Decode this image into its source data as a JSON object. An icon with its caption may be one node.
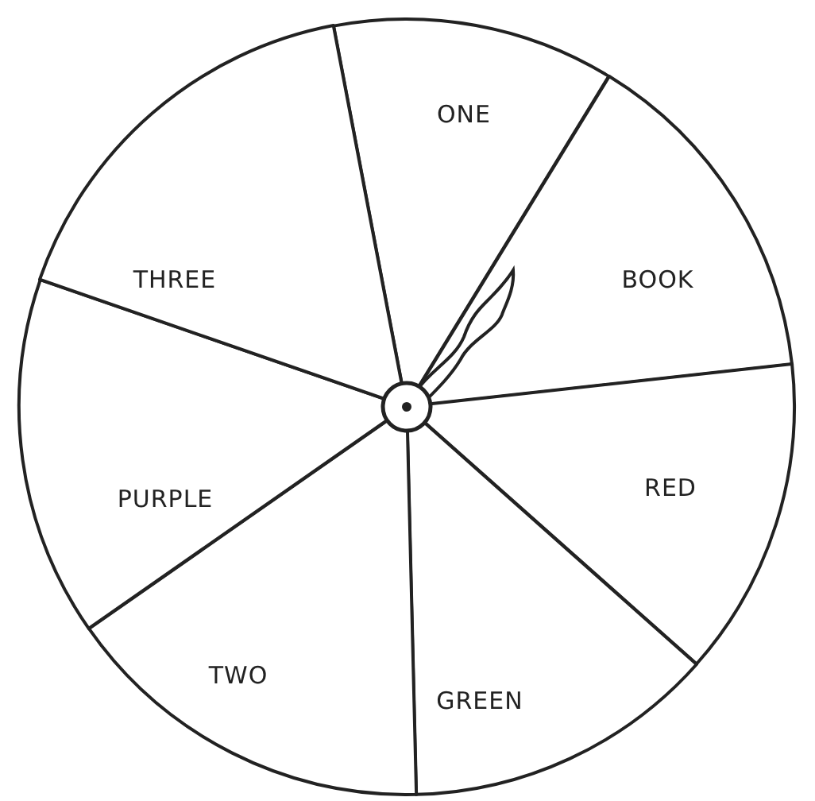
{
  "diagram": {
    "nodes": [
      {
        "text": [
          "ONE"
        ]
      },
      {
        "text": [
          "BOOK"
        ]
      },
      {
        "text": [
          "RED"
        ]
      },
      {
        "text": [
          "GREEN"
        ]
      },
      {
        "text": [
          "TWO"
        ]
      },
      {
        "text": [
          "PURPLE"
        ]
      },
      {
        "text": [
          "THREE"
        ]
      }
    ]
  }
}
